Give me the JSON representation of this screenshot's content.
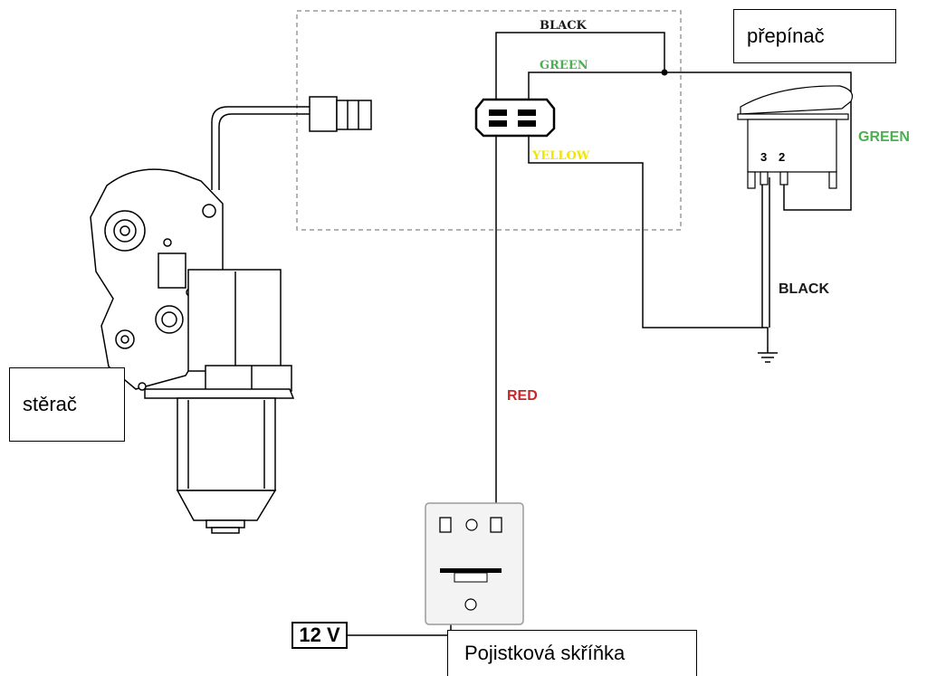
{
  "labels": {
    "switch_callout": "přepínač",
    "wiper_callout": "stěrač",
    "fusebox_callout": "Pojistková skříňka",
    "voltage": "12 V",
    "pin3": "3",
    "pin2": "2"
  },
  "wires": {
    "black_top": "BLACK",
    "green_top": "GREEN",
    "yellow": "YELLOW",
    "green_right": "GREEN",
    "black_right": "BLACK",
    "red": "RED"
  },
  "colors": {
    "black": "#1a1a1a",
    "green": "#4caf50",
    "yellow": "#f2e600",
    "red": "#c62828",
    "line": "#000000",
    "dashed": "#9a9a9a",
    "fusebox_fill": "#f3f3f3"
  }
}
